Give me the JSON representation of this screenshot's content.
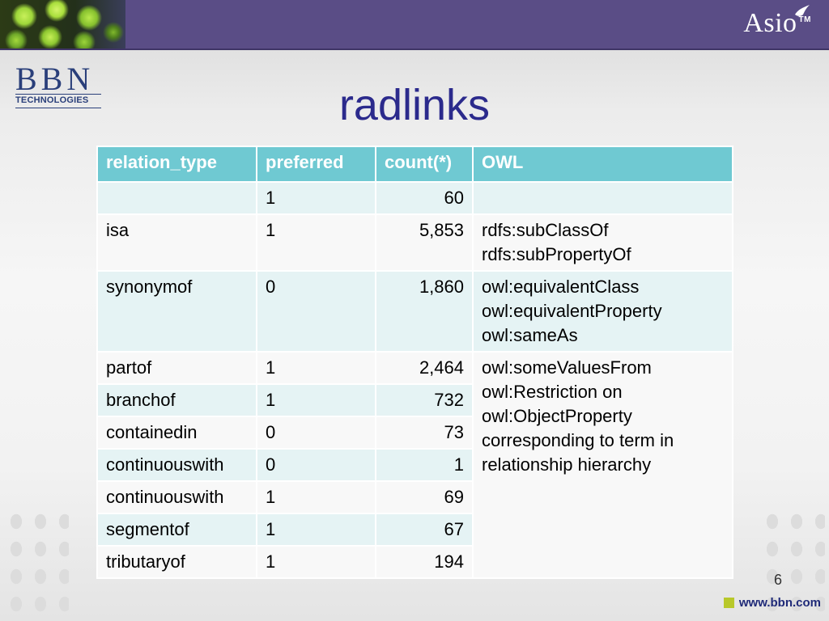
{
  "header": {
    "asio_logo": "Asio",
    "asio_trademark": "TM"
  },
  "bbn_logo": {
    "letters": "BBN",
    "subtitle": "TECHNOLOGIES"
  },
  "slide": {
    "title": "radlinks",
    "page_number": "6",
    "footer_url": "www.bbn.com"
  },
  "table": {
    "headers": [
      "relation_type",
      "preferred",
      "count(*)",
      "OWL"
    ],
    "rows": [
      {
        "relation_type": "",
        "preferred": "1",
        "count": "60",
        "owl": []
      },
      {
        "relation_type": "isa",
        "preferred": "1",
        "count": "5,853",
        "owl": [
          "rdfs:subClassOf",
          "rdfs:subPropertyOf"
        ]
      },
      {
        "relation_type": "synonymof",
        "preferred": "0",
        "count": "1,860",
        "owl": [
          "owl:equivalentClass",
          "owl:equivalentProperty",
          "owl:sameAs"
        ]
      },
      {
        "relation_type": "partof",
        "preferred": "1",
        "count": "2,464"
      },
      {
        "relation_type": "branchof",
        "preferred": "1",
        "count": "732"
      },
      {
        "relation_type": "containedin",
        "preferred": "0",
        "count": "73"
      },
      {
        "relation_type": "continuouswith",
        "preferred": "0",
        "count": "1"
      },
      {
        "relation_type": "continuouswith",
        "preferred": "1",
        "count": "69"
      },
      {
        "relation_type": "segmentof",
        "preferred": "1",
        "count": "67"
      },
      {
        "relation_type": "tributaryof",
        "preferred": "1",
        "count": "194"
      }
    ],
    "merged_owl": [
      "owl:someValuesFrom",
      "owl:Restriction on",
      "owl:ObjectProperty",
      "corresponding to term in",
      "relationship hierarchy"
    ]
  },
  "colors": {
    "header_bar": "#5a4d86",
    "title": "#2b2a8c",
    "table_header": "#6fc9d2",
    "row_alt": "#e5f3f4",
    "footer_square": "#b8c82a"
  }
}
